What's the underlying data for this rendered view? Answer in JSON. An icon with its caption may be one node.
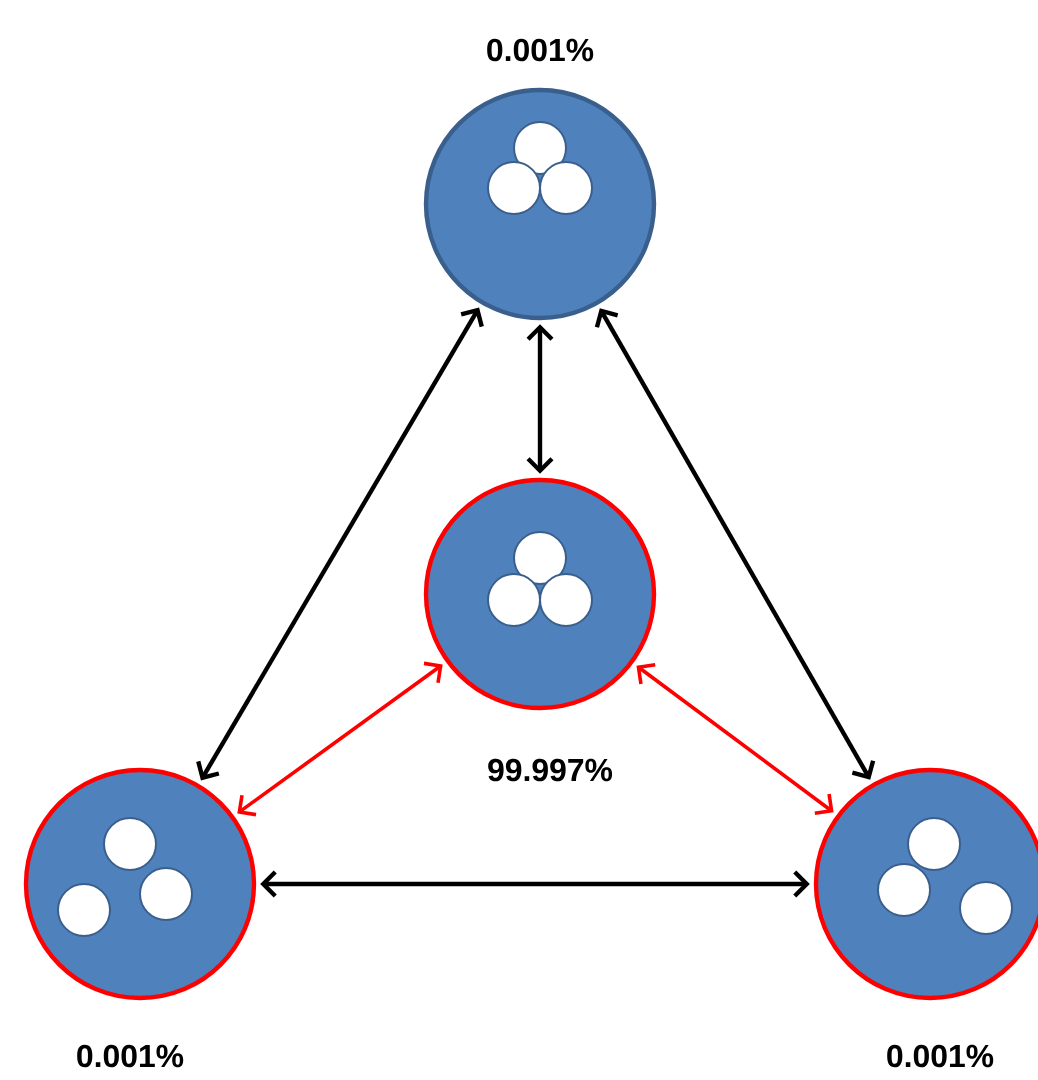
{
  "diagram": {
    "nodes": [
      {
        "text": [],
        "shape": "circle",
        "beside": [
          "0.001%"
        ]
      },
      {
        "text": [],
        "shape": "circle",
        "beside": [
          "99.997%"
        ]
      },
      {
        "text": [],
        "shape": "circle",
        "beside": [
          "0.001%"
        ]
      },
      {
        "text": [],
        "shape": "circle",
        "beside": [
          "0.001%"
        ]
      }
    ],
    "edges": [
      {
        "from": 0,
        "to": 1,
        "arrow": "both"
      },
      {
        "from": 0,
        "to": 2,
        "arrow": "both"
      },
      {
        "from": 0,
        "to": 3,
        "arrow": "both"
      },
      {
        "from": 1,
        "to": 2,
        "arrow": "both",
        "color": "#ff0000"
      },
      {
        "from": 1,
        "to": 3,
        "arrow": "both",
        "color": "#ff0000"
      },
      {
        "from": 2,
        "to": 3,
        "arrow": "both"
      }
    ]
  }
}
